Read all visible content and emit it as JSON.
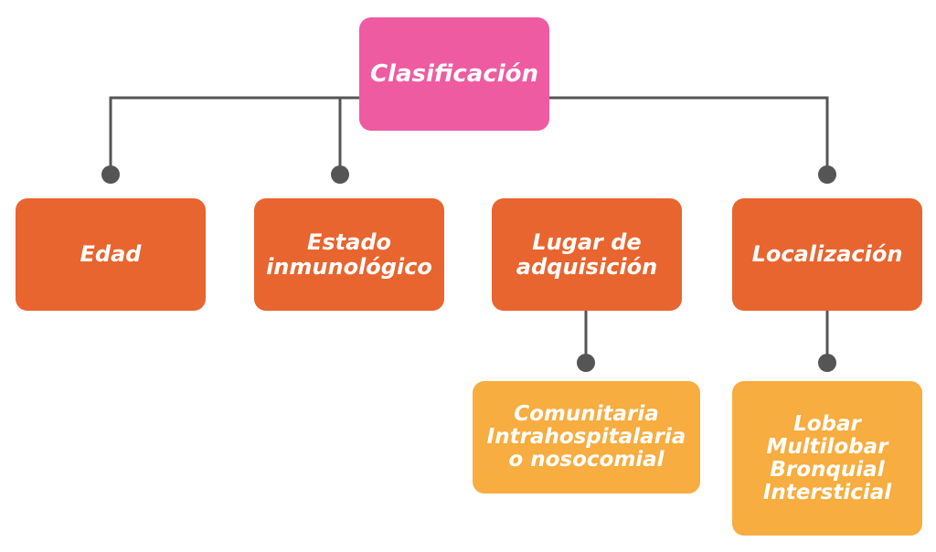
{
  "root": {
    "label": "Clasificación"
  },
  "categories": [
    {
      "label_lines": [
        "Edad"
      ]
    },
    {
      "label_lines": [
        "Estado",
        "inmunológico"
      ]
    },
    {
      "label_lines": [
        "Lugar de",
        "adquisición"
      ]
    },
    {
      "label_lines": [
        "Localización"
      ]
    }
  ],
  "subitems": {
    "lugar": {
      "lines": [
        "Comunitaria",
        "Intrahospitalaria",
        "o nosocomial"
      ]
    },
    "localizacion": {
      "lines": [
        "Lobar",
        "Multilobar",
        "Bronquial",
        "Intersticial"
      ]
    }
  },
  "colors": {
    "root": "#ef5ba1",
    "category": "#e8652f",
    "subitem": "#f7ad3f",
    "connector": "#555555"
  }
}
